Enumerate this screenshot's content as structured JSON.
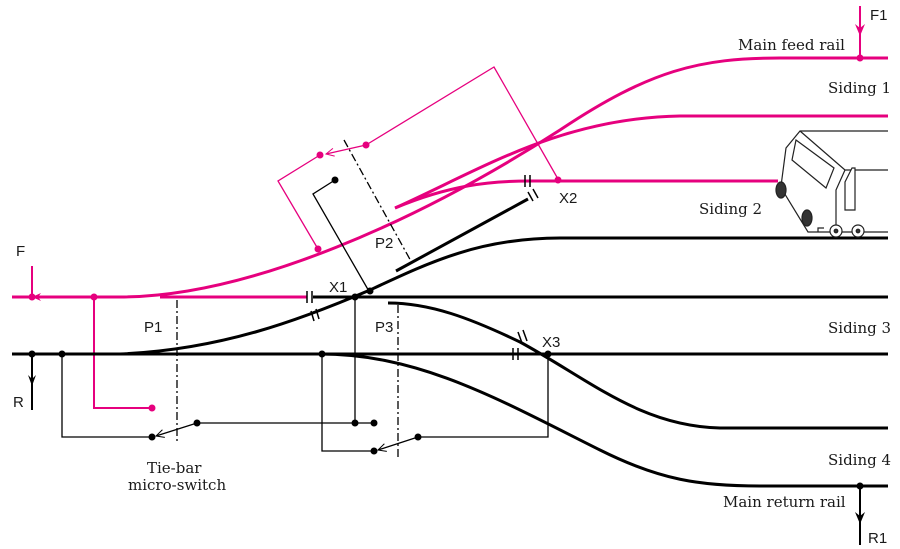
{
  "diagram": {
    "title": "Model railway point (turnout) wiring with tie-bar micro-switches",
    "colors": {
      "feed": "#e6007e",
      "return": "#000000",
      "background": "#ffffff"
    },
    "labels": {
      "feed_in": "F",
      "return_out": "R",
      "feed_in_1": "F1",
      "return_out_1": "R1",
      "main_feed_rail": "Main feed rail",
      "main_return_rail": "Main return rail",
      "siding_1": "Siding 1",
      "siding_2": "Siding 2",
      "siding_3": "Siding 3",
      "siding_4": "Siding 4",
      "point_1": "P1",
      "point_2": "P2",
      "point_3": "P3",
      "crossing_1": "X1",
      "crossing_2": "X2",
      "crossing_3": "X3",
      "micro_switch_line1": "Tie-bar",
      "micro_switch_line2": "micro-switch"
    },
    "icons": {
      "vehicle": "locomotive-icon",
      "arrow_down": "arrow-down-icon",
      "insulated_joint": "insulated-gap-icon"
    }
  }
}
